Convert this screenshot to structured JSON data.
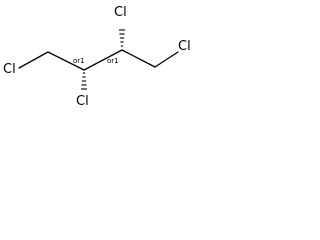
{
  "molecule": {
    "atoms": {
      "cl_left": "Cl",
      "cl_bottom_mid": "Cl",
      "cl_top_mid": "Cl",
      "cl_right": "Cl"
    },
    "stereo_labels": {
      "left_center": "or1",
      "right_center": "or1"
    }
  }
}
